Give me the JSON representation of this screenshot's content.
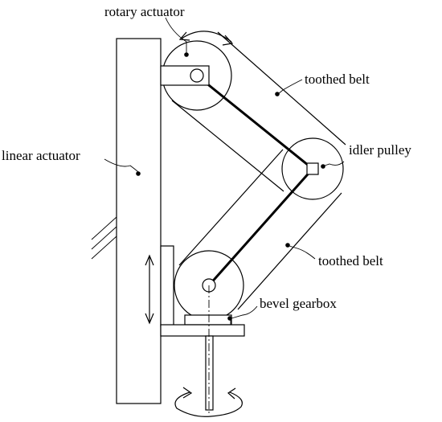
{
  "labels": {
    "rotary_actuator": "rotary actuator",
    "toothed_belt_top": "toothed belt",
    "idler_pulley": "idler pulley",
    "linear_actuator": "linear actuator",
    "toothed_belt_bottom": "toothed belt",
    "bevel_gearbox": "bevel gearbox"
  },
  "colors": {
    "ink": "#000000",
    "background": "#ffffff"
  }
}
